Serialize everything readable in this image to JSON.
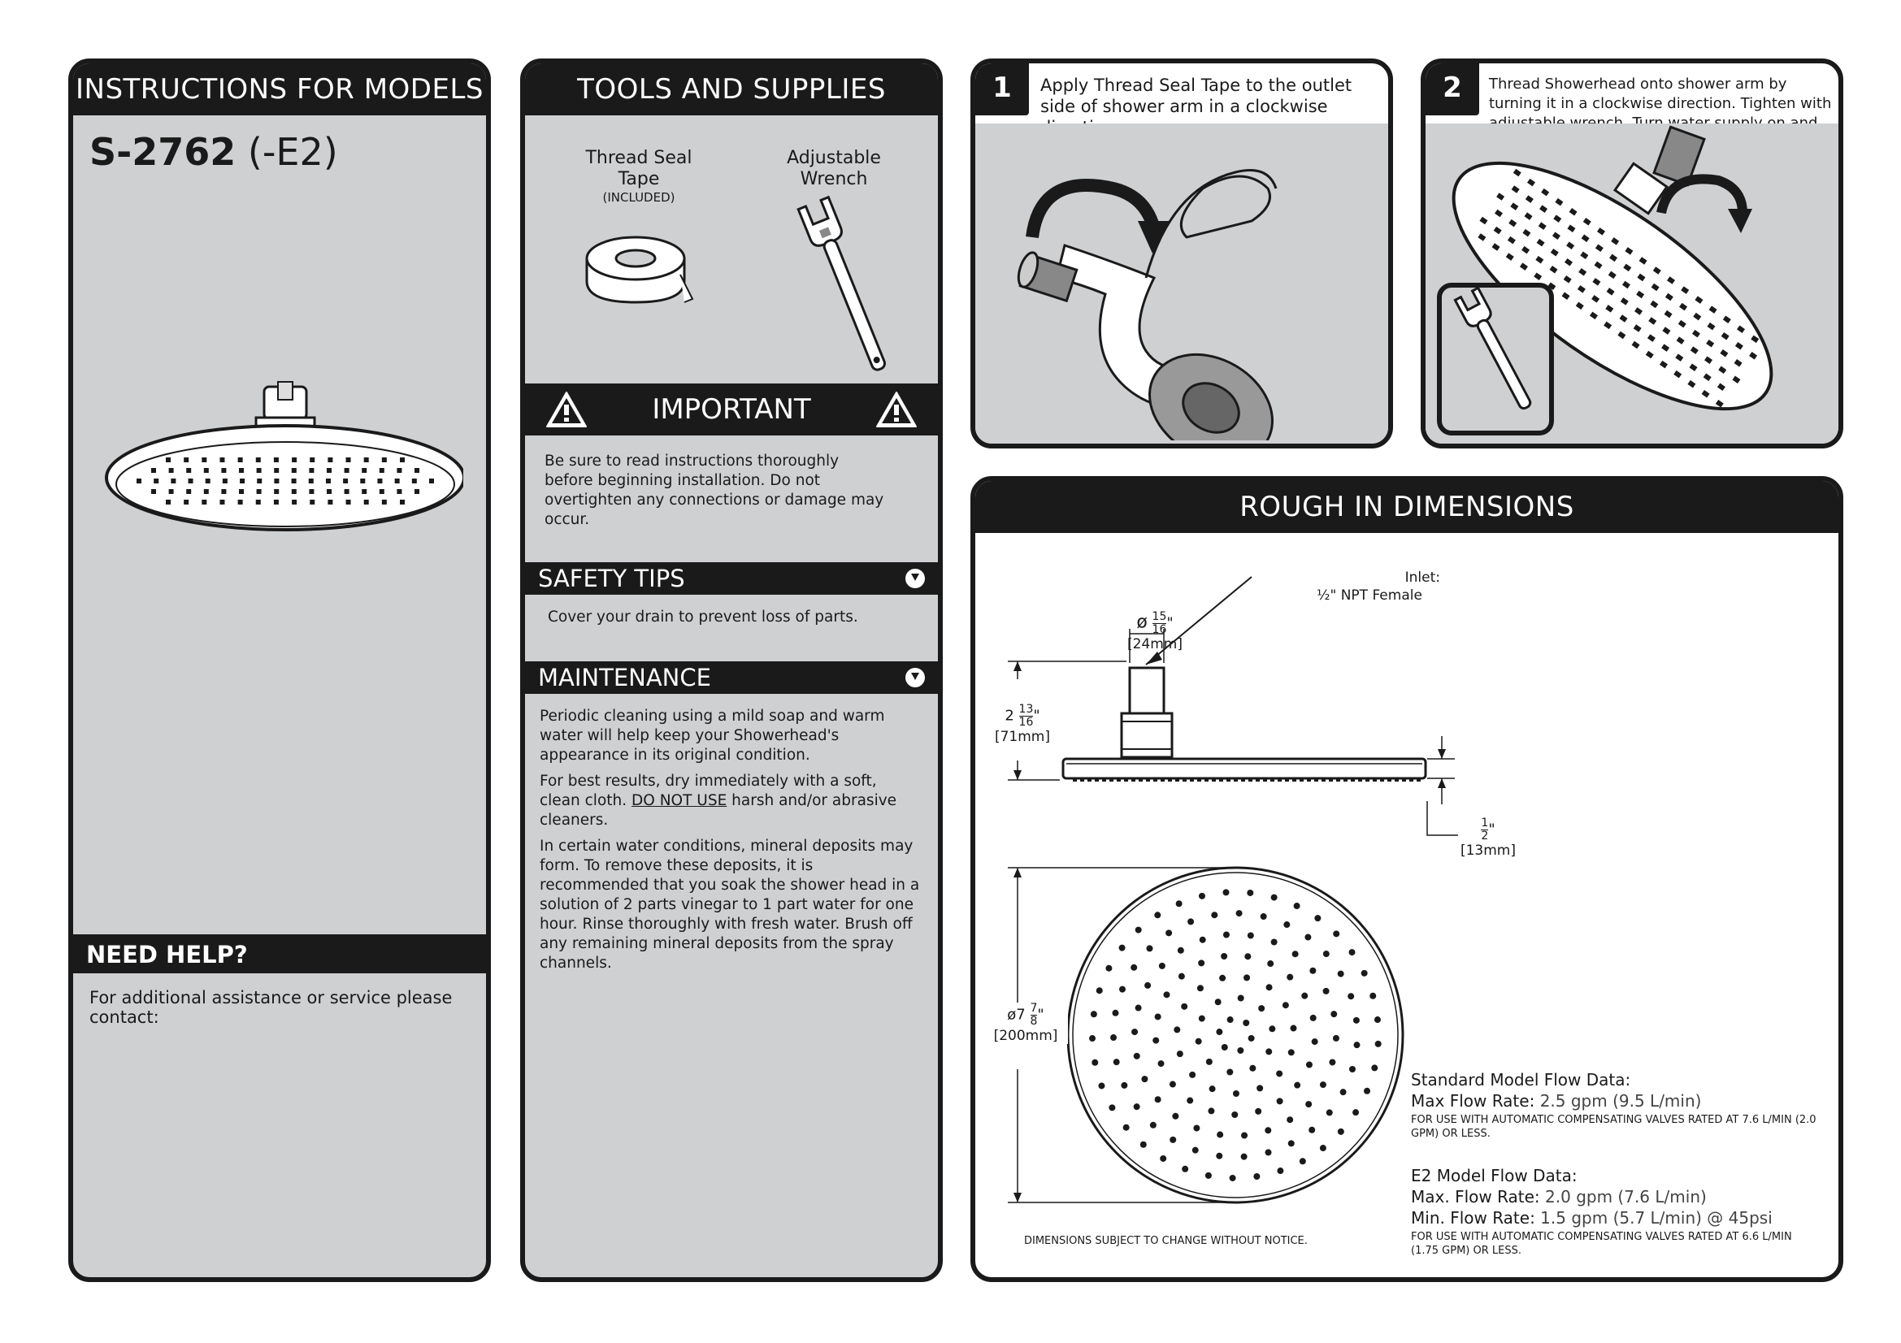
{
  "models_panel": {
    "header": "INSTRUCTIONS FOR MODELS",
    "model_number": "S-2762",
    "model_variant": "(-E2)",
    "need_help_header": "NEED HELP?",
    "need_help_text": "For additional assistance or service please contact:"
  },
  "tools_panel": {
    "header": "TOOLS AND SUPPLIES",
    "tools": [
      {
        "label_line1": "Thread Seal",
        "label_line2": "Tape",
        "note": "(INCLUDED)"
      },
      {
        "label_line1": "Adjustable",
        "label_line2": "Wrench",
        "note": ""
      }
    ],
    "important_header": "IMPORTANT",
    "important_text": "Be sure to read instructions thoroughly before beginning installation. Do not overtighten any connections or damage may occur.",
    "safety_header": "SAFETY TIPS",
    "safety_text": "Cover your drain to prevent loss of parts.",
    "maintenance_header": "MAINTENANCE",
    "maintenance_p1": "Periodic cleaning using a mild soap and warm water will help keep your Showerhead's appearance in its original condition.",
    "maintenance_p2_a": "For best results, dry immediately with a soft, clean cloth.",
    "maintenance_p2_u": "DO NOT USE",
    "maintenance_p2_b": "harsh and/or abrasive cleaners.",
    "maintenance_p3": "In certain water conditions, mineral deposits may form. To remove these deposits, it is recommended that you soak the shower head in a solution of 2 parts vinegar to 1 part water for one hour. Rinse thoroughly with fresh water. Brush off any remaining mineral deposits from the spray channels."
  },
  "steps": [
    {
      "number": "1",
      "text": "Apply Thread Seal Tape to the outlet side of shower arm in a clockwise direction."
    },
    {
      "number": "2",
      "text": "Thread Showerhead onto shower arm by turning it in a clockwise direction. Tighten with adjustable wrench. Turn water supply on and check for leaks."
    }
  ],
  "dimensions_panel": {
    "header": "ROUGH IN DIMENSIONS",
    "inlet_label": "Inlet:",
    "inlet_value": "½\" NPT Female",
    "dim_inlet_diameter": {
      "prefix": "ø",
      "num": "15",
      "den": "16",
      "unit": "\"",
      "metric": "[24mm]"
    },
    "dim_height": {
      "whole": "2",
      "num": "13",
      "den": "16",
      "unit": "\"",
      "metric": "[71mm]"
    },
    "dim_thickness": {
      "num": "1",
      "den": "2",
      "unit": "\"",
      "metric": "[13mm]"
    },
    "dim_face_diameter": {
      "prefix": "ø7",
      "num": "7",
      "den": "8",
      "unit": "\"",
      "metric": "[200mm]"
    },
    "disclaimer": "DIMENSIONS SUBJECT TO CHANGE WITHOUT NOTICE.",
    "standard_flow": {
      "title": "Standard Model Flow Data:",
      "max_label": "Max Flow Rate:",
      "max_value": "2.5 gpm (9.5 L/min)",
      "note": "FOR USE WITH AUTOMATIC COMPENSATING VALVES RATED AT 7.6 L/MIN (2.0 GPM) OR LESS."
    },
    "e2_flow": {
      "title": "E2 Model Flow Data:",
      "max_label": "Max. Flow Rate:",
      "max_value": "2.0 gpm (7.6 L/min)",
      "min_label": "Min. Flow Rate:",
      "min_value": "1.5 gpm (5.7 L/min) @ 45psi",
      "note": "FOR USE WITH AUTOMATIC COMPENSATING VALVES RATED AT 6.6 L/MIN (1.75 GPM) OR LESS."
    }
  },
  "colors": {
    "panel_bg": "#cfd0d2",
    "header_bg": "#1a1a1a",
    "page_bg": "#ffffff"
  }
}
